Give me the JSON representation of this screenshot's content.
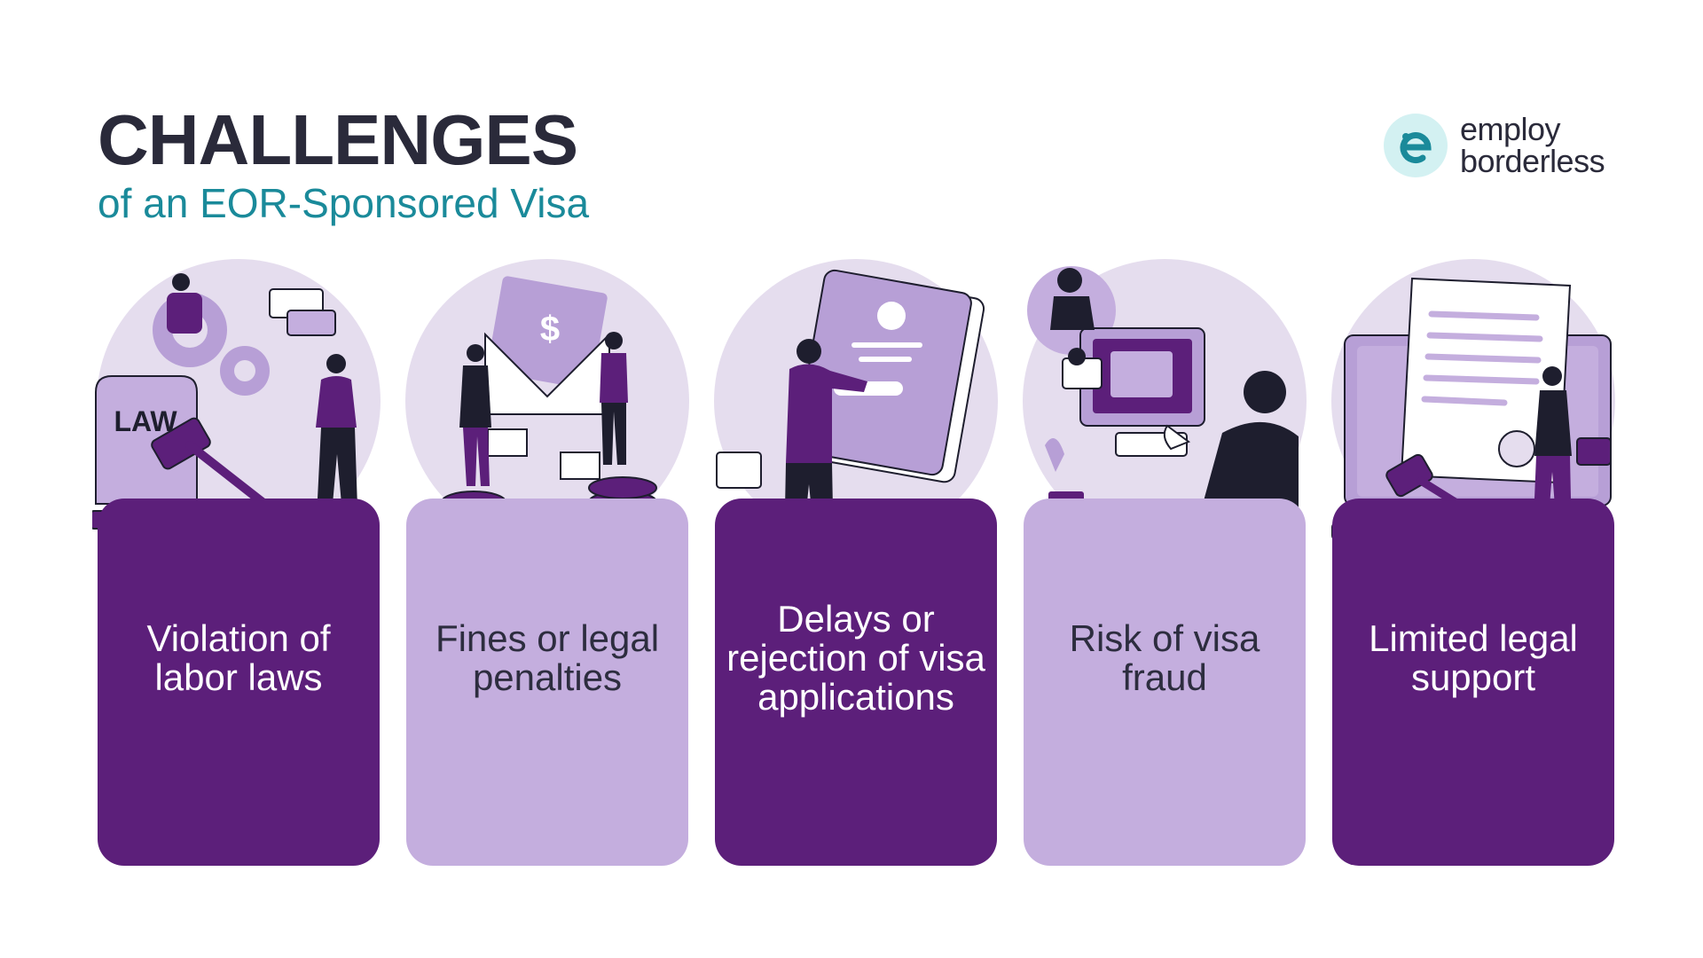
{
  "header": {
    "title": "CHALLENGES",
    "subtitle": "of an EOR-Sponsored Visa"
  },
  "brand": {
    "line1": "employ",
    "line2": "borderless",
    "accent_color": "#1a8a9a",
    "dark_purple": "#5c1f7a",
    "light_purple": "#c4aede"
  },
  "cards": [
    {
      "label": "Violation of labor laws",
      "style": "dark",
      "icon": "law-gavel-icon"
    },
    {
      "label": "Fines or legal penalties",
      "style": "light",
      "icon": "money-envelope-icon"
    },
    {
      "label": "Delays or rejection of visa applications",
      "style": "dark",
      "icon": "tablet-profile-icon"
    },
    {
      "label": "Risk of visa fraud",
      "style": "light",
      "icon": "computer-hacker-icon"
    },
    {
      "label": "Limited legal support",
      "style": "dark",
      "icon": "document-gavel-icon"
    }
  ],
  "illustration_text": {
    "law_sign": "LAW"
  }
}
